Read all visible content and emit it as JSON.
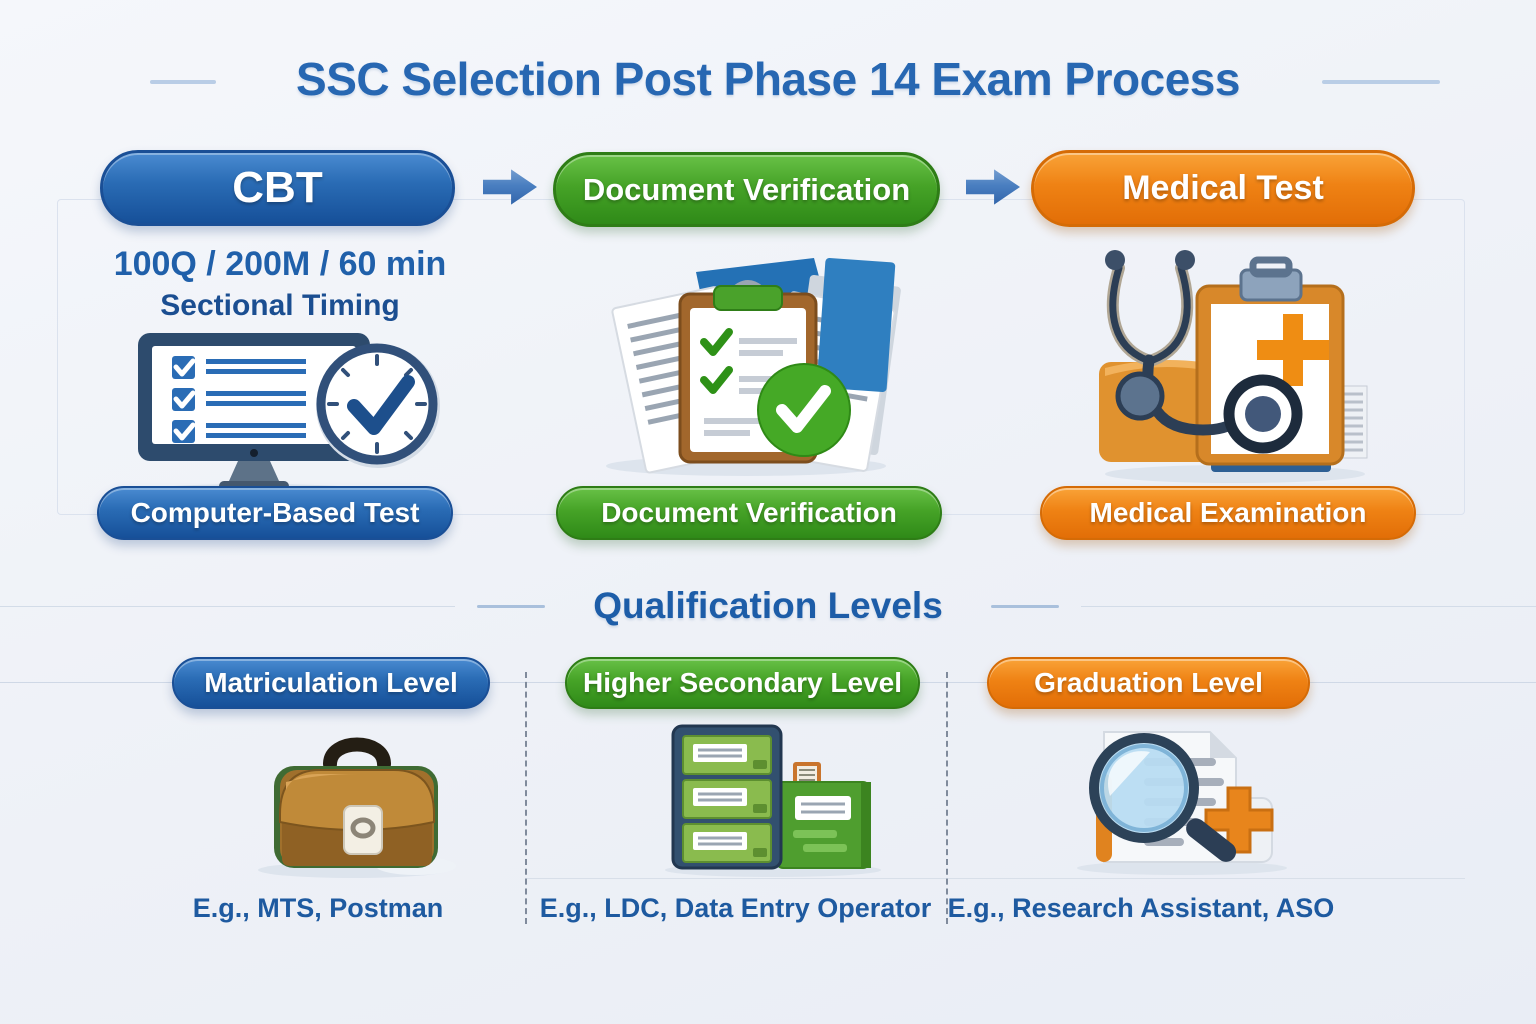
{
  "title": "SSC Selection Post Phase 14 Exam Process",
  "process": {
    "steps": [
      {
        "label": "CBT",
        "detail_line1": "100Q / 200M / 60 min",
        "detail_line2": "Sectional Timing",
        "caption": "Computer-Based Test",
        "icon": "computer-checklist-clock-icon",
        "color": "#2466ae"
      },
      {
        "label": "Document Verification",
        "caption": "Document Verification",
        "icon": "clipboard-documents-check-icon",
        "color": "#3f9c26"
      },
      {
        "label": "Medical Test",
        "caption": "Medical Examination",
        "icon": "stethoscope-clipboard-icon",
        "color": "#ef7f12"
      }
    ],
    "arrow_icon": "right-arrow-icon"
  },
  "qualification": {
    "heading": "Qualification Levels",
    "levels": [
      {
        "label": "Matriculation Level",
        "examples": "E.g., MTS, Postman",
        "icon": "school-bag-icon",
        "color": "#2466ae"
      },
      {
        "label": "Higher Secondary Level",
        "examples": "E.g., LDC, Data Entry Operator",
        "icon": "file-cabinet-icon",
        "color": "#3f9c26"
      },
      {
        "label": "Graduation Level",
        "examples": "E.g., Research Assistant, ASO",
        "icon": "magnifier-document-icon",
        "color": "#ef7f12"
      }
    ]
  },
  "colors": {
    "background": "#eef1f7",
    "title_text": "#2767b2",
    "body_text": "#1e5aa0",
    "blue_pill": "#2466ae",
    "green_pill": "#3f9c26",
    "orange_pill": "#ef7f12",
    "arrow_blue": "#4a7fc1",
    "faint_line": "#d2dae6"
  }
}
